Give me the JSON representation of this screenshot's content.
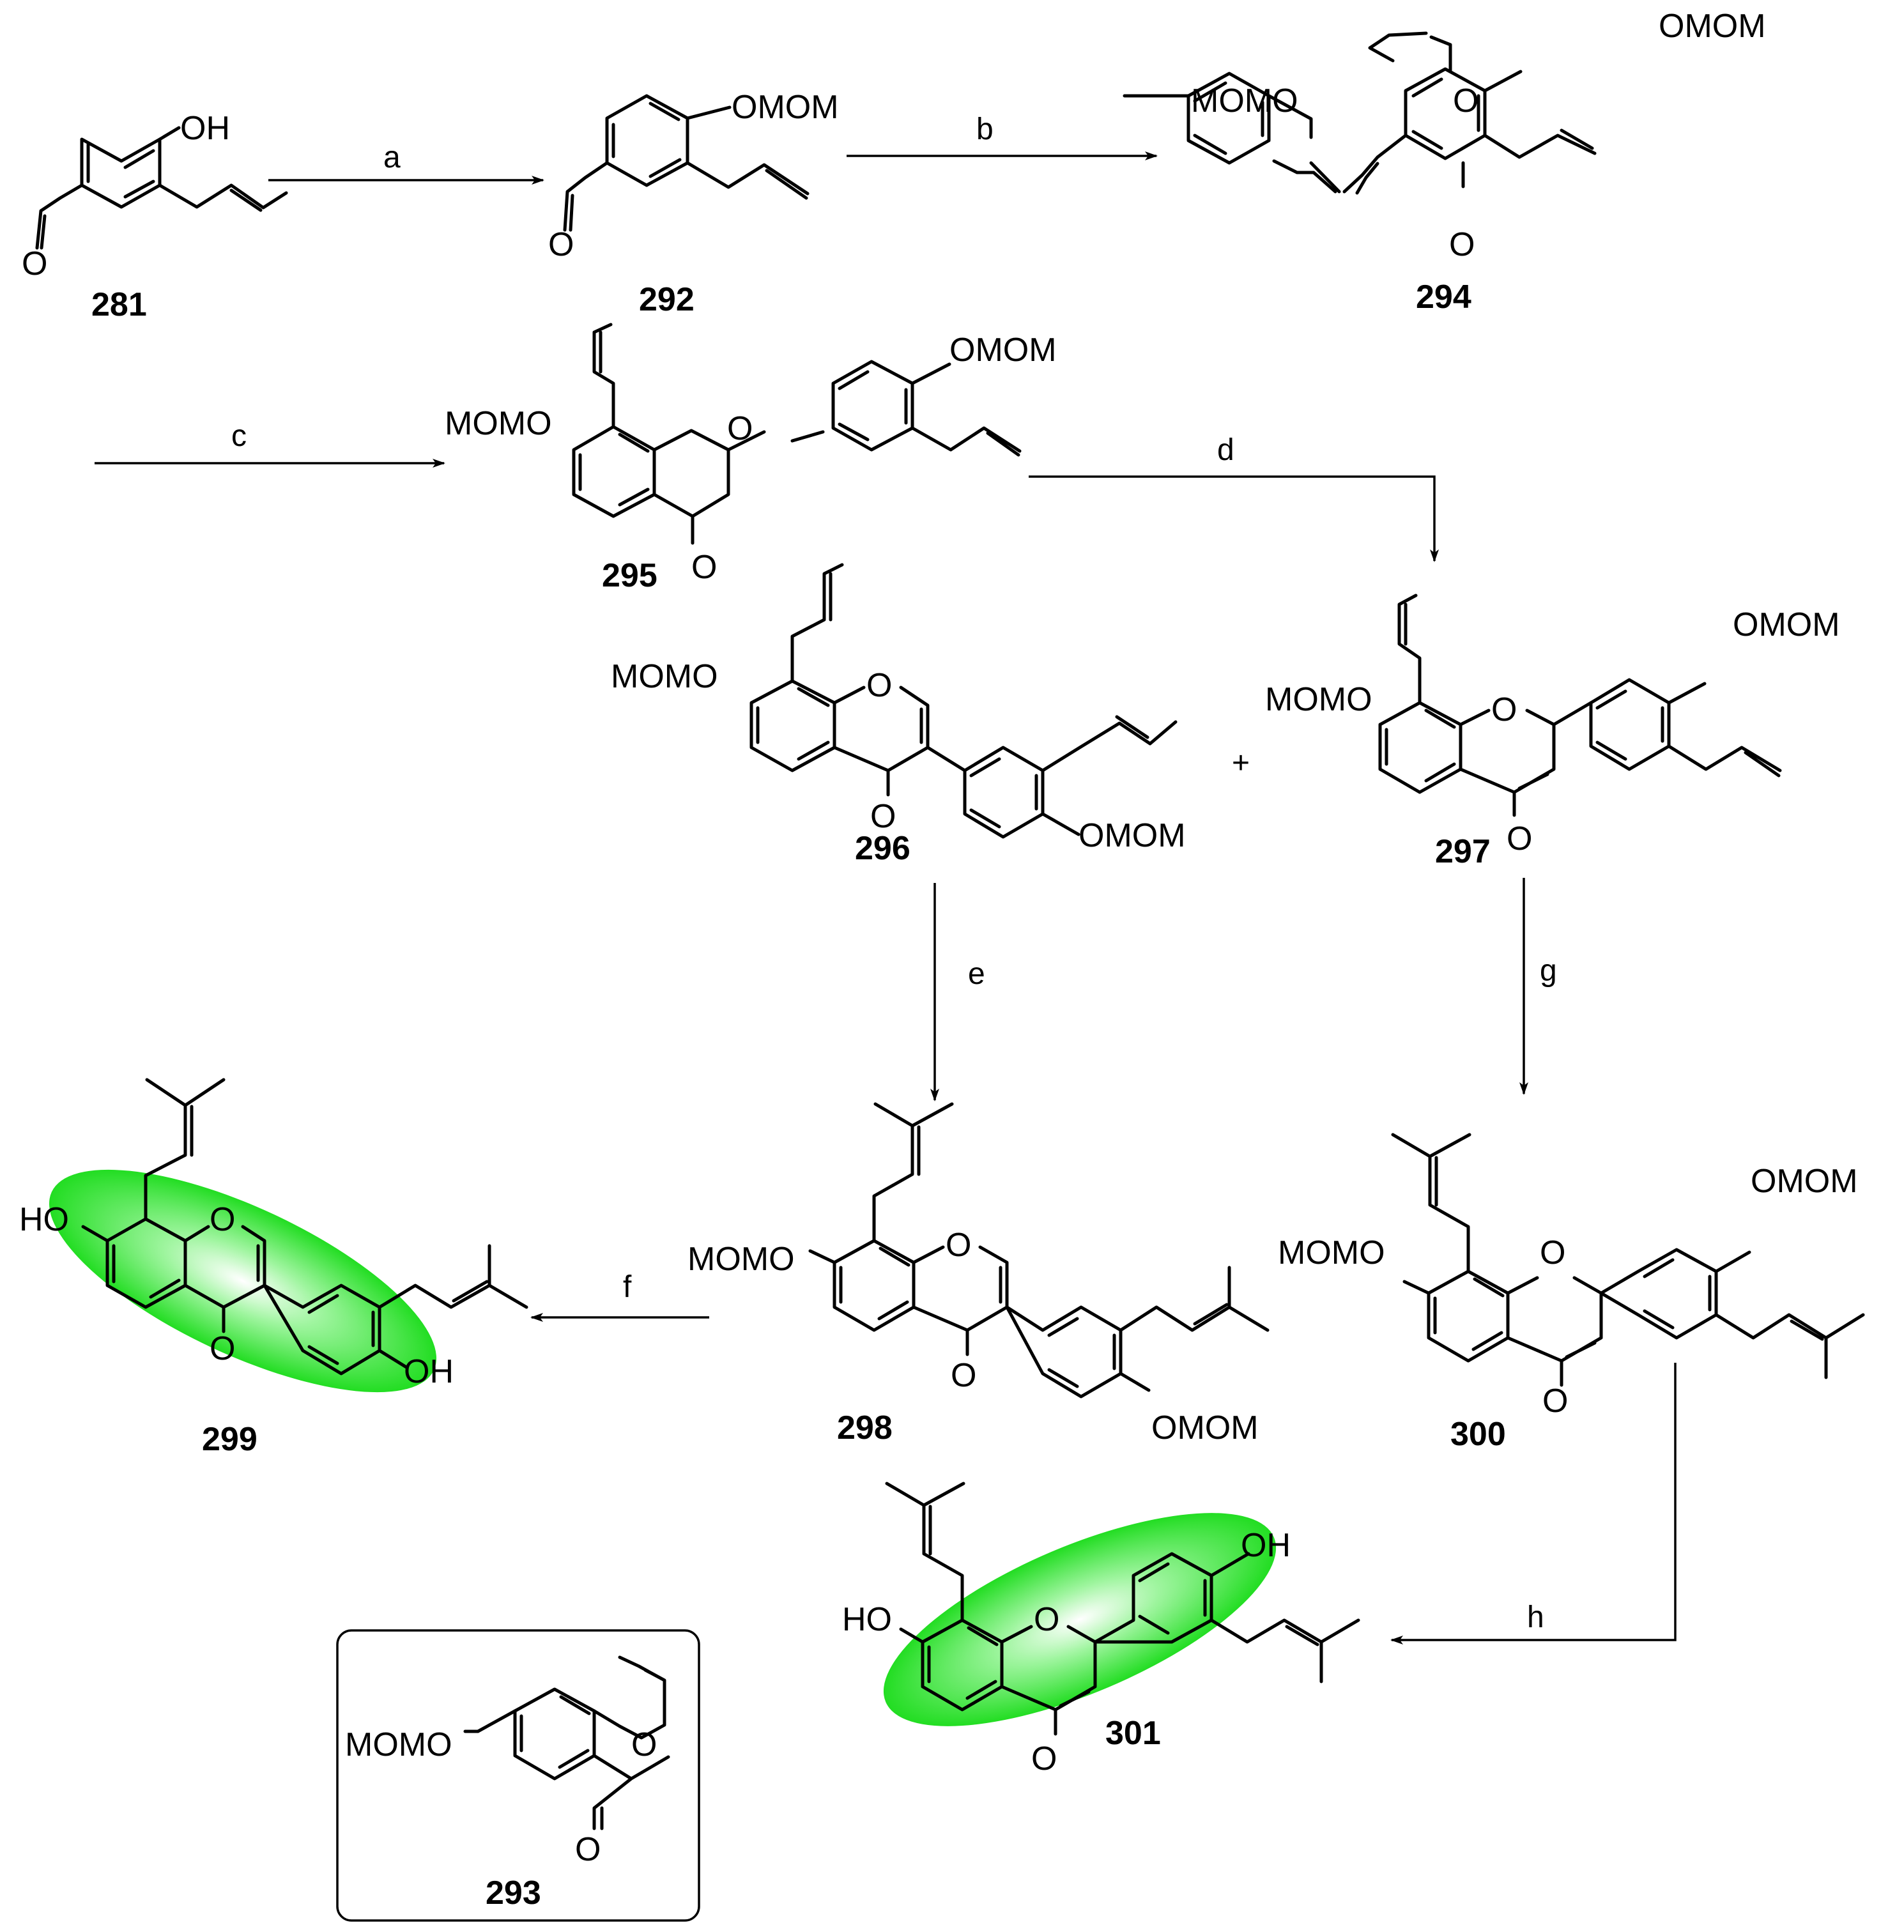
{
  "colors": {
    "highlight": "#22dd22",
    "ink": "#000000",
    "background": "#ffffff"
  },
  "compounds": [
    {
      "id": "281",
      "labels": [
        "OH",
        "O"
      ]
    },
    {
      "id": "292",
      "labels": [
        "OMOM",
        "O"
      ]
    },
    {
      "id": "294",
      "labels": [
        "MOMO",
        "O",
        "OMOM",
        "O"
      ]
    },
    {
      "id": "295",
      "labels": [
        "MOMO",
        "O",
        "OMOM",
        "O"
      ]
    },
    {
      "id": "296",
      "labels": [
        "MOMO",
        "O",
        "O",
        "OMOM"
      ]
    },
    {
      "id": "297",
      "labels": [
        "MOMO",
        "O",
        "OMOM",
        "O"
      ]
    },
    {
      "id": "298",
      "labels": [
        "MOMO",
        "O",
        "O",
        "OMOM"
      ]
    },
    {
      "id": "299",
      "labels": [
        "HO",
        "O",
        "O",
        "OH"
      ]
    },
    {
      "id": "300",
      "labels": [
        "MOMO",
        "O",
        "OMOM",
        "O"
      ]
    },
    {
      "id": "301",
      "labels": [
        "HO",
        "O",
        "OH",
        "O"
      ]
    },
    {
      "id": "293",
      "labels": [
        "MOMO",
        "O",
        "O"
      ]
    }
  ],
  "steps": [
    "a",
    "b",
    "c",
    "d",
    "e",
    "f",
    "g",
    "h"
  ],
  "plus": "+",
  "inset": {
    "compound": "293"
  }
}
